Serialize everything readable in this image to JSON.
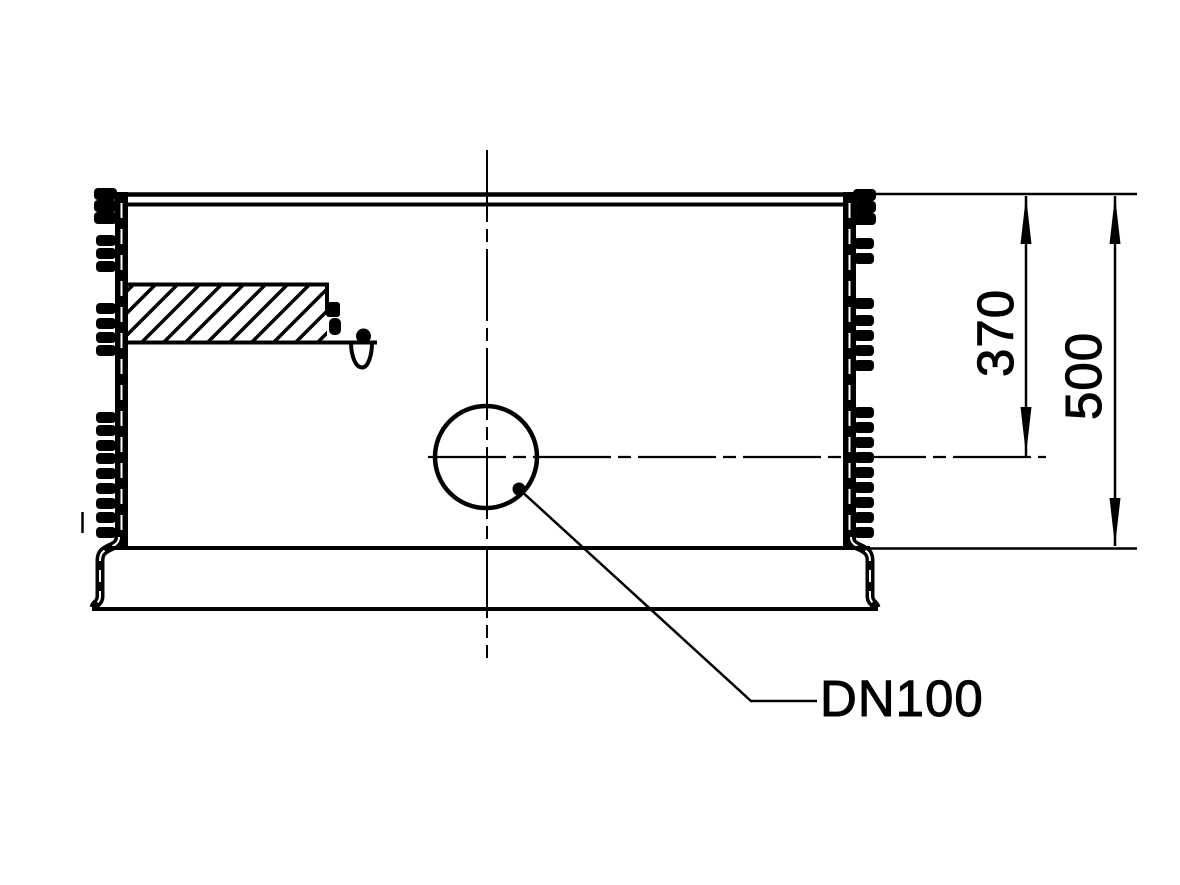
{
  "colors": {
    "background": "#ffffff",
    "line": "#000000"
  },
  "drawing": {
    "pipe_label": "DN100",
    "dimensions": {
      "inlet_center_height": "370",
      "overall_height": "500"
    }
  }
}
